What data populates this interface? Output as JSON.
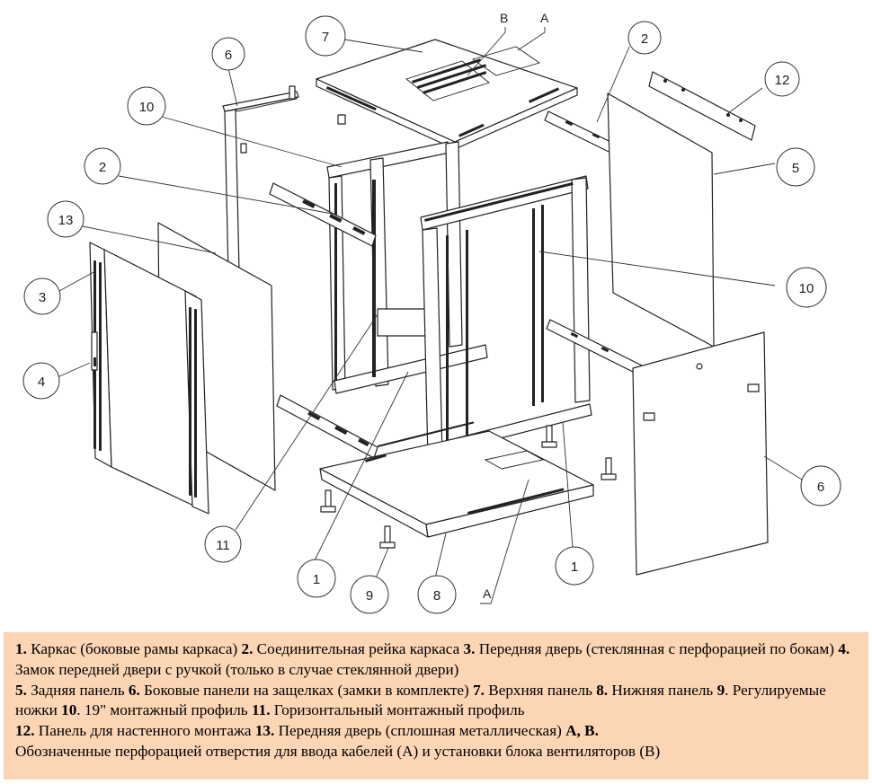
{
  "callouts": [
    {
      "id": "c7",
      "label": "7"
    },
    {
      "id": "c6a",
      "label": "6"
    },
    {
      "id": "c2a",
      "label": "2"
    },
    {
      "id": "c12",
      "label": "12"
    },
    {
      "id": "c10a",
      "label": "10"
    },
    {
      "id": "c2b",
      "label": "2"
    },
    {
      "id": "c5",
      "label": "5"
    },
    {
      "id": "c13",
      "label": "13"
    },
    {
      "id": "c3",
      "label": "3"
    },
    {
      "id": "c10b",
      "label": "10"
    },
    {
      "id": "c4",
      "label": "4"
    },
    {
      "id": "c6b",
      "label": "6"
    },
    {
      "id": "c11",
      "label": "11"
    },
    {
      "id": "c1a",
      "label": "1"
    },
    {
      "id": "c1b",
      "label": "1"
    },
    {
      "id": "c9",
      "label": "9"
    },
    {
      "id": "c8",
      "label": "8"
    }
  ],
  "letters": {
    "B": "B",
    "A_top": "A",
    "A_bottom": "A"
  },
  "legend": {
    "items": [
      {
        "num": "1.",
        "text": " Каркас (боковые рамы каркаса)  "
      },
      {
        "num": "2.",
        "text": " Соединительная рейка каркаса  "
      },
      {
        "num": "3.",
        "text": " Передняя дверь (стеклянная с перфорацией по бокам)  "
      },
      {
        "num": "4.",
        "text": " Замок передней двери с ручкой (только в случае стеклянной двери)"
      },
      {
        "num": "5.",
        "text": " Задняя панель  "
      },
      {
        "num": "6.",
        "text": " Боковые панели на защелках (замки в комплекте)  "
      },
      {
        "num": "7.",
        "text": " Верхняя панель  "
      },
      {
        "num": "8.",
        "text": " Нижняя панель  "
      },
      {
        "num": "9",
        "text": ". Регулируемые ножки  "
      },
      {
        "num": "10",
        "text": ". 19\" монтажный профиль  "
      },
      {
        "num": "11.",
        "text": " Горизонтальный монтажный профиль"
      },
      {
        "num": "12.",
        "text": " Панель для настенного монтажа  "
      },
      {
        "num": "13.",
        "text": " Передняя дверь (сплошная металлическая) "
      },
      {
        "num": "A, B.",
        "text": ""
      }
    ],
    "footer": "Обозначенные перфорацией отверстия для ввода кабелей (А) и установки блока вентиляторов (В)"
  }
}
